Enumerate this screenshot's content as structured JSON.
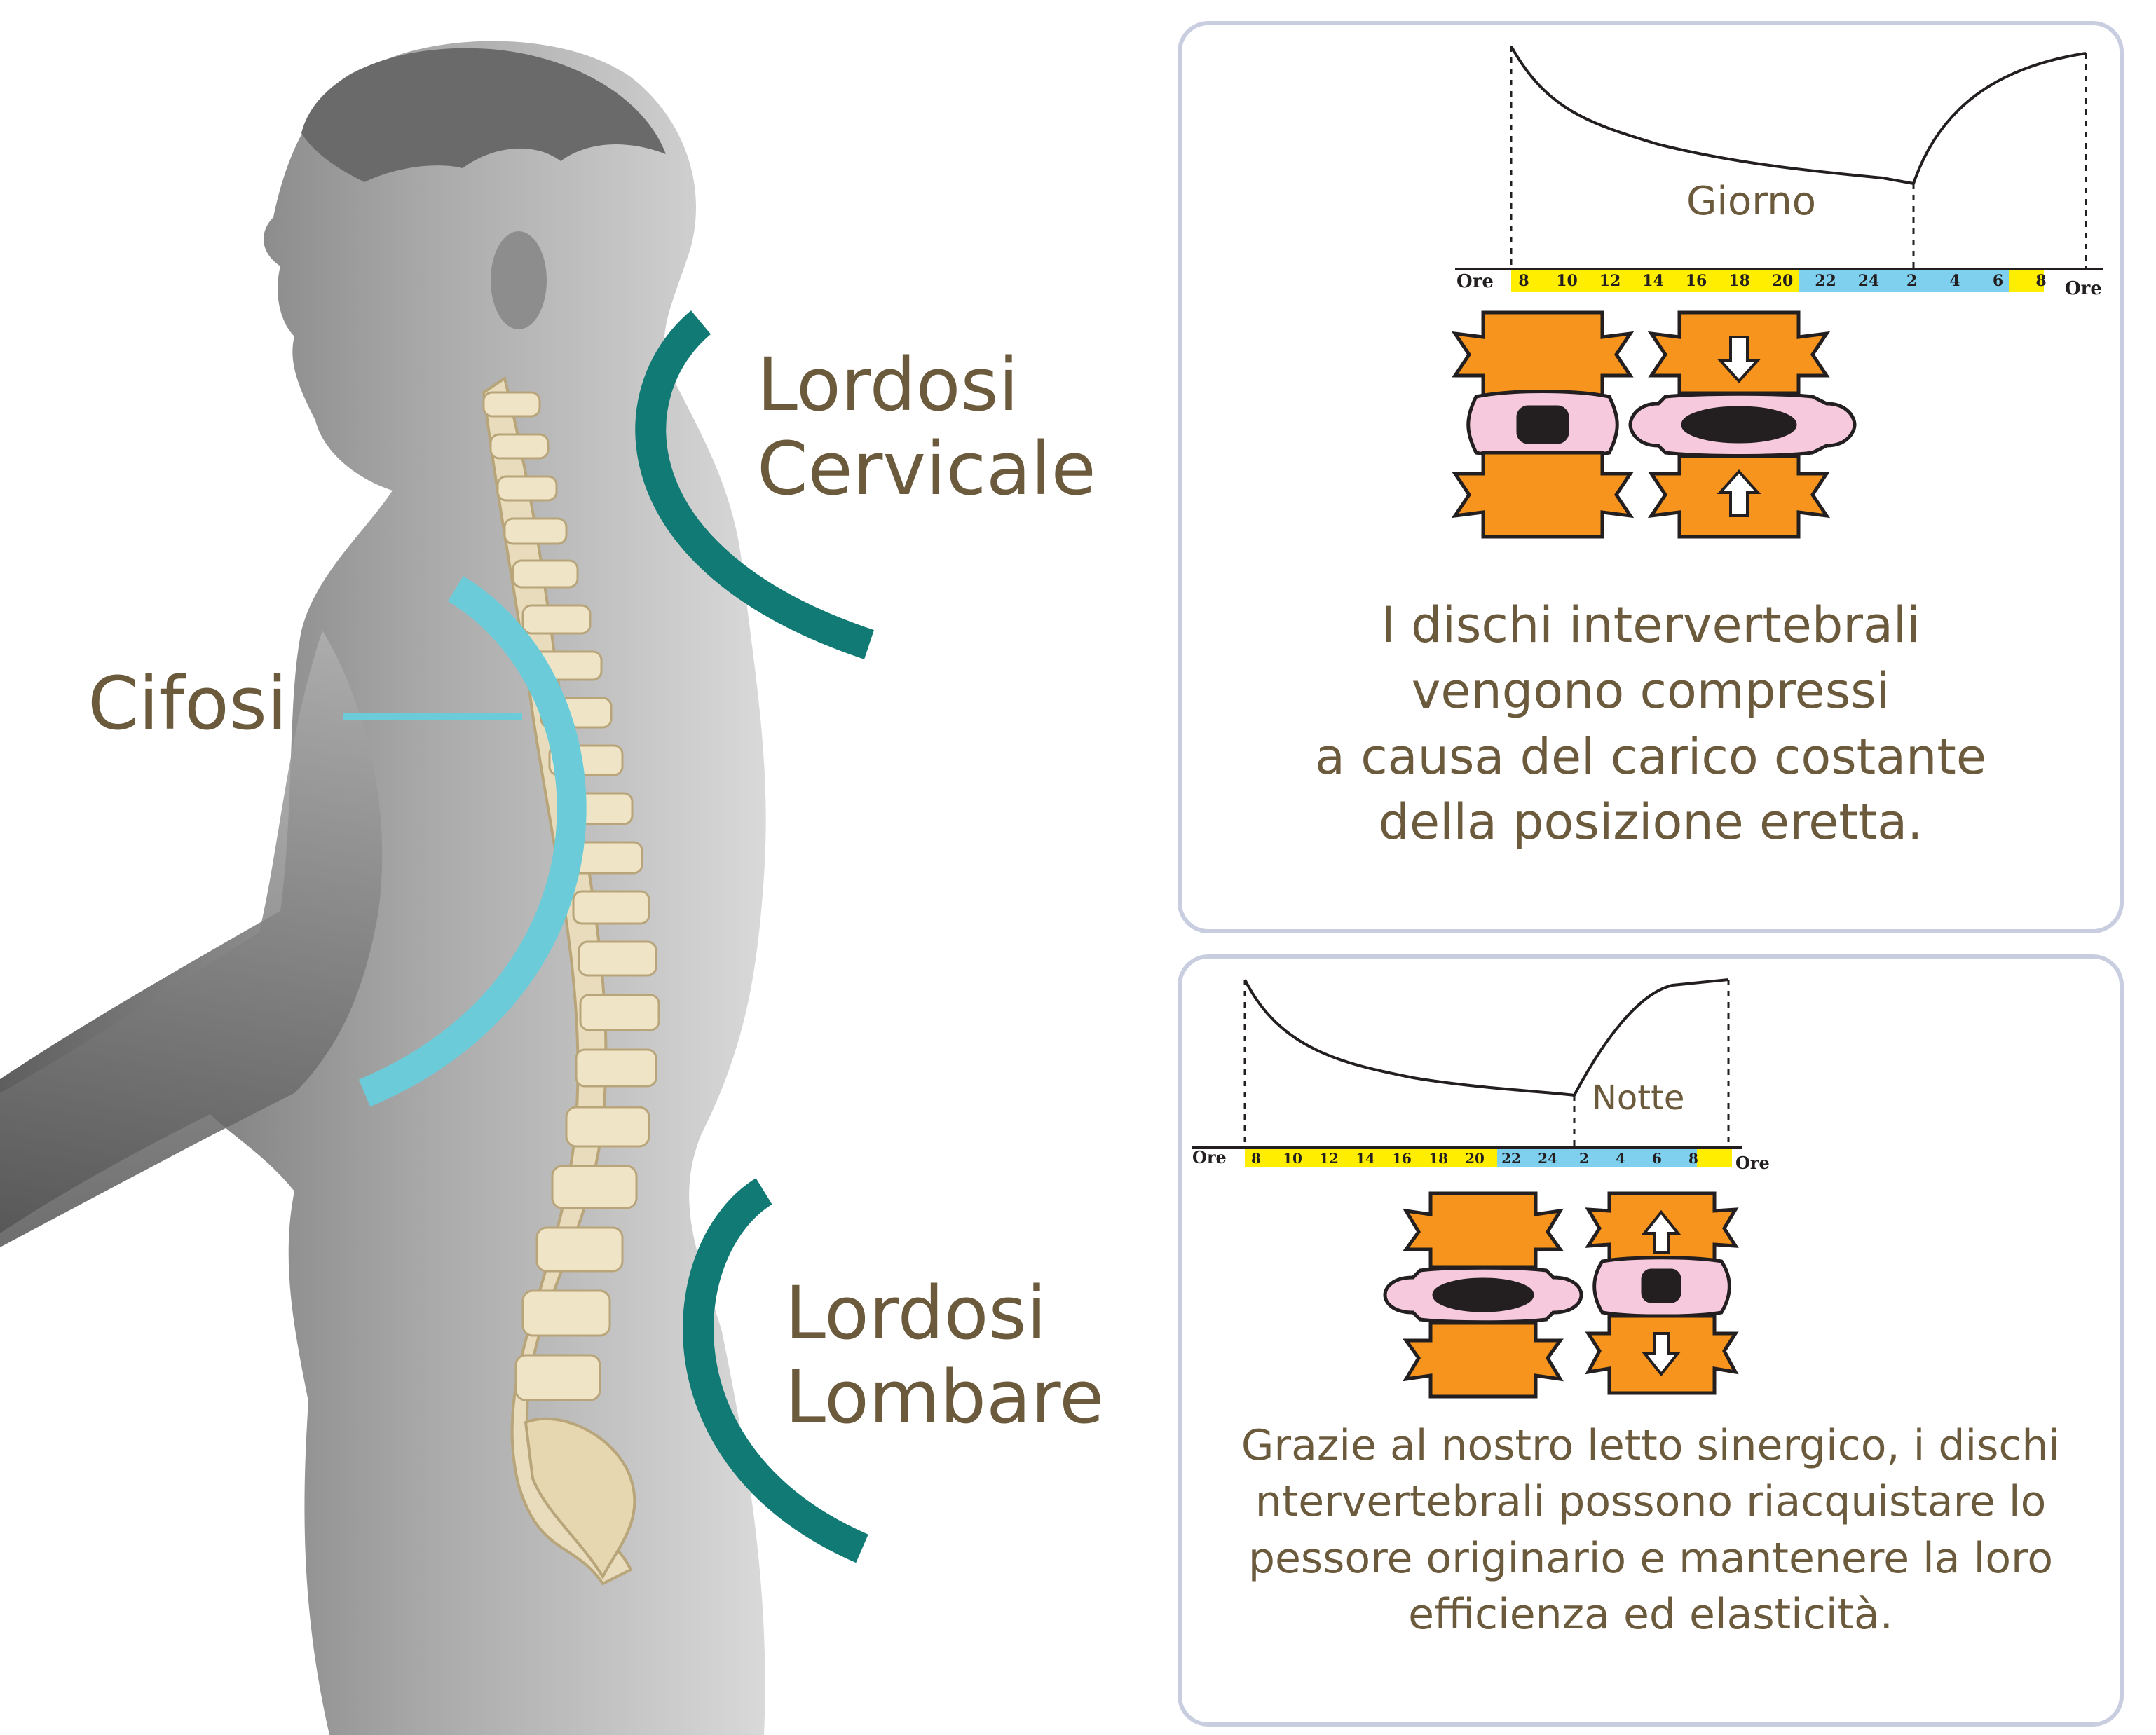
{
  "spine_labels": {
    "lordosi_cervicale": "Lordosi\nCervicale",
    "cifosi": "Cifosi",
    "lordosi_lombare": "Lordosi\nLombare"
  },
  "day_panel": {
    "chart_label": "Giorno",
    "axis_start": "Ore",
    "axis_end": "Ore",
    "hours": [
      "8",
      "10",
      "12",
      "14",
      "16",
      "18",
      "20",
      "22",
      "24",
      "2",
      "4",
      "6",
      "8"
    ],
    "text_lines": [
      "I dischi  intervertebrali",
      "vengono compressi",
      "a causa del carico costante",
      "della posizione eretta."
    ]
  },
  "night_panel": {
    "chart_label": "Notte",
    "axis_start": "Ore",
    "axis_end": "Ore",
    "hours": [
      "8",
      "10",
      "12",
      "14",
      "16",
      "18",
      "20",
      "22",
      "24",
      "2",
      "4",
      "6",
      "8"
    ],
    "text_lines": [
      "Grazie al nostro letto sinergico, i dischi",
      "ntervertebrali possono riacquistare lo",
      "pessore originario e mantenere la loro",
      "efficienza ed elasticità."
    ]
  },
  "colors": {
    "text_brown": "#6b5a3c",
    "teal_curve": "#117a74",
    "light_blue_curve": "#6ccbd8",
    "day_hours": "#ffee00",
    "night_hours": "#7fd0ef",
    "vertebra_orange": "#f7941d",
    "disc_pink": "#f6c9dc",
    "panel_border": "#c8cde0",
    "spine_bone": "#e8dcbc"
  },
  "icons": {
    "arrow_down": "arrow-down-icon",
    "arrow_up": "arrow-up-icon"
  }
}
